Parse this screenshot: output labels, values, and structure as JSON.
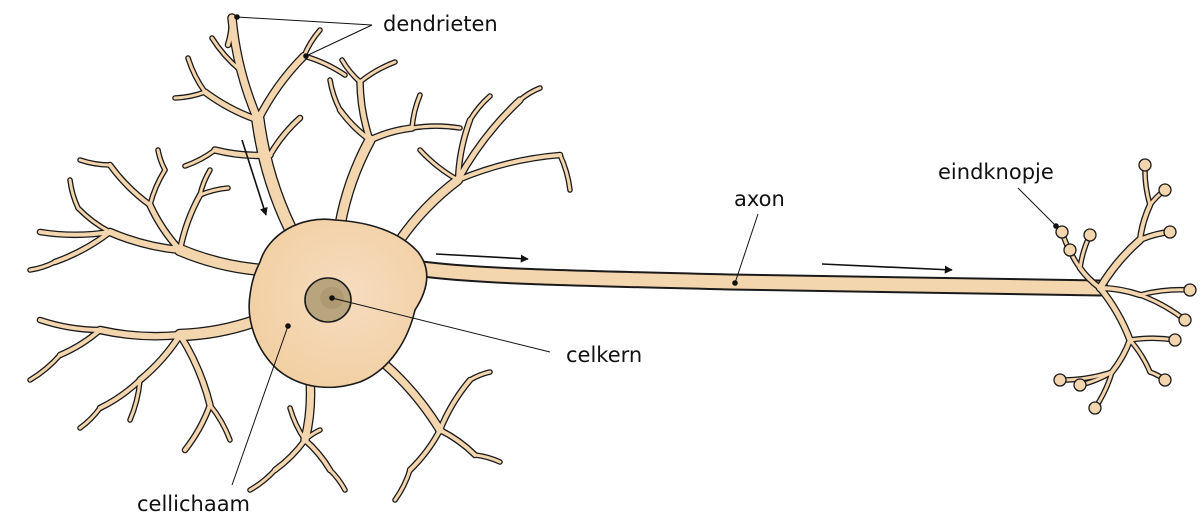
{
  "labels": {
    "dendrites": "dendrieten",
    "axon": "axon",
    "terminal": "eindknopje",
    "nucleus": "celkern",
    "cell_body": "cellichaam"
  },
  "colors": {
    "cell_fill": "#f3d5ae",
    "cell_outline": "#1a1a1a",
    "nucleus_fill": "#b8a47d",
    "nucleus_center": "#a58e69",
    "line": "#111111"
  },
  "signal_arrows": [
    "dendrite-to-soma",
    "soma-to-axon",
    "along-axon"
  ]
}
